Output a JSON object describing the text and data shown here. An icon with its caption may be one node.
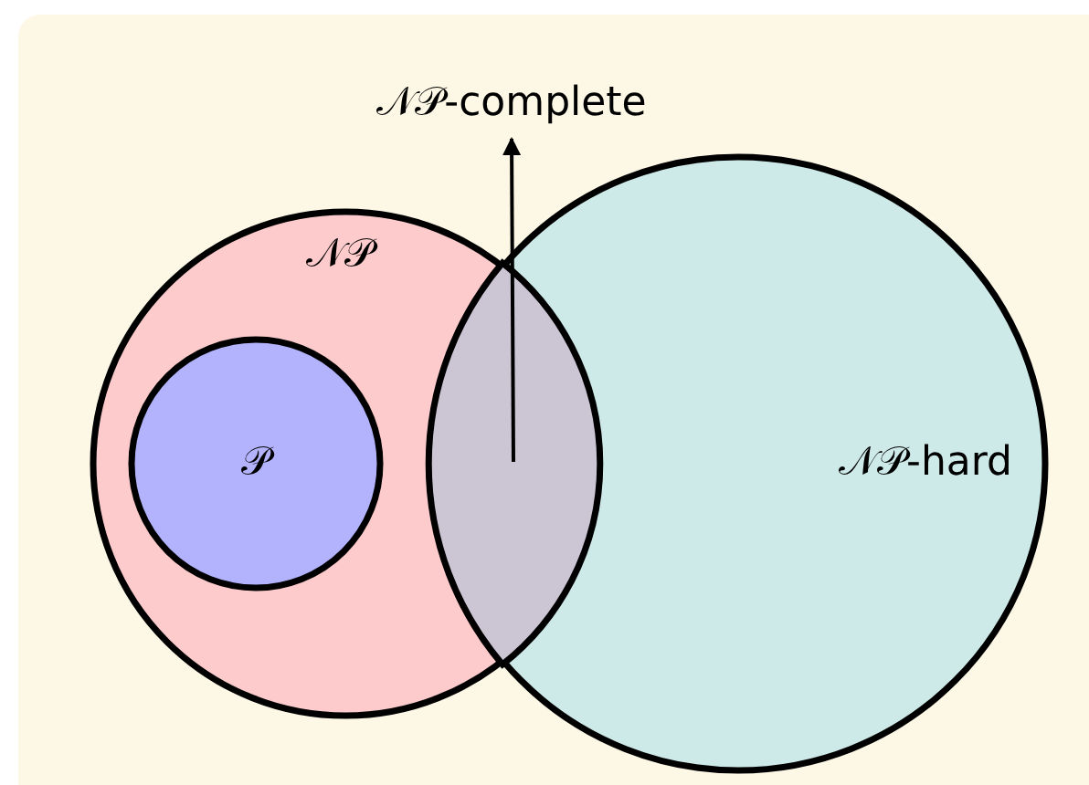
{
  "diagram": {
    "nodes": [
      {
        "text": [
          "𝒩𝒫"
        ]
      },
      {
        "text": [
          "𝒫"
        ],
        "in": 0
      },
      {
        "text": [
          "𝒩𝒫-hard"
        ]
      },
      {
        "text": [],
        "shape": "lens"
      },
      {
        "text": [
          "𝒩𝒫-complete"
        ]
      }
    ],
    "edges": [
      {
        "from": 3,
        "to": 4,
        "arrow": "to"
      }
    ]
  }
}
